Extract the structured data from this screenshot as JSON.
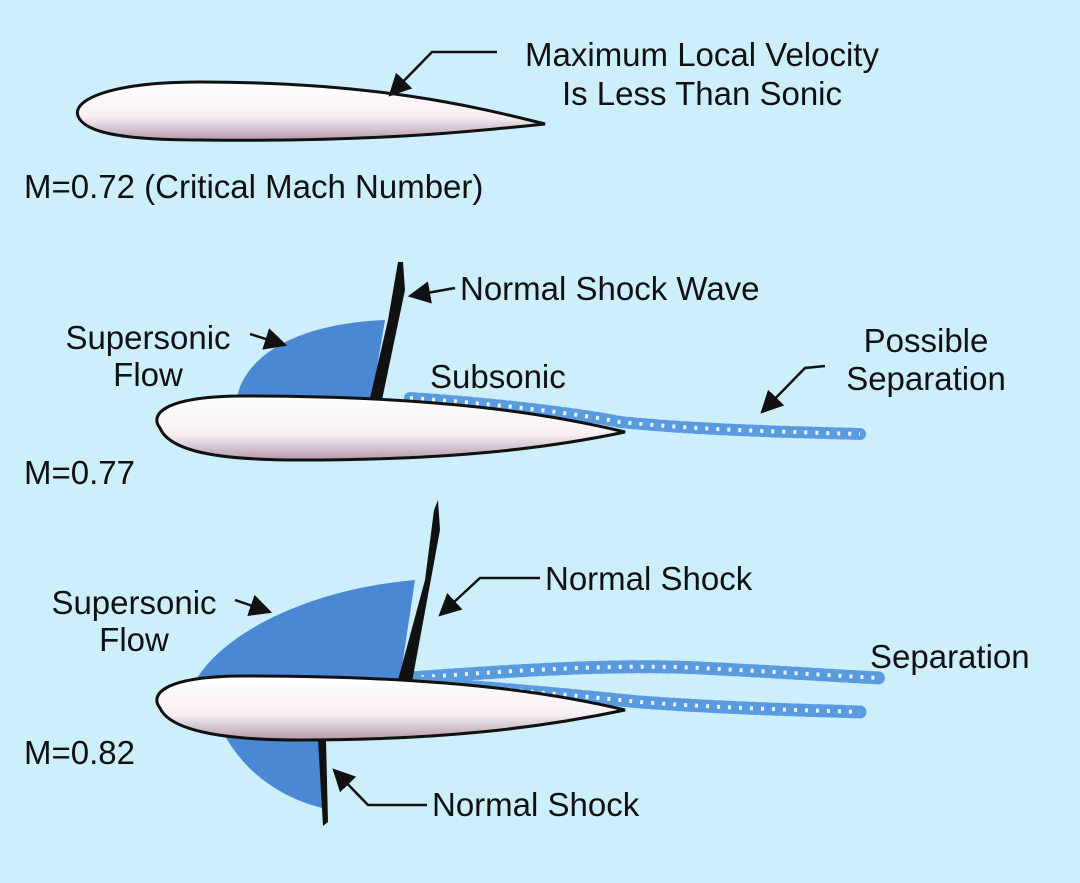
{
  "panels": [
    {
      "mach": "M=0.72 (Critical Mach Number)",
      "callout": [
        "Maximum Local Velocity",
        "Is Less Than Sonic"
      ]
    },
    {
      "mach": "M=0.77",
      "shock_label": "Normal Shock Wave",
      "flow_label": [
        "Supersonic",
        "Flow"
      ],
      "subsonic_label": "Subsonic",
      "separation_label": [
        "Possible",
        "Separation"
      ]
    },
    {
      "mach": "M=0.82",
      "upper_shock_label": "Normal Shock",
      "lower_shock_label": "Normal Shock",
      "flow_label": [
        "Supersonic",
        "Flow"
      ],
      "separation_label": "Separation"
    }
  ],
  "colors": {
    "background": "#cdeefb",
    "supersonic_region": "#4a88d4",
    "wake": "#5a9be0",
    "shock": "#111111",
    "airfoil": "#ffffff"
  }
}
